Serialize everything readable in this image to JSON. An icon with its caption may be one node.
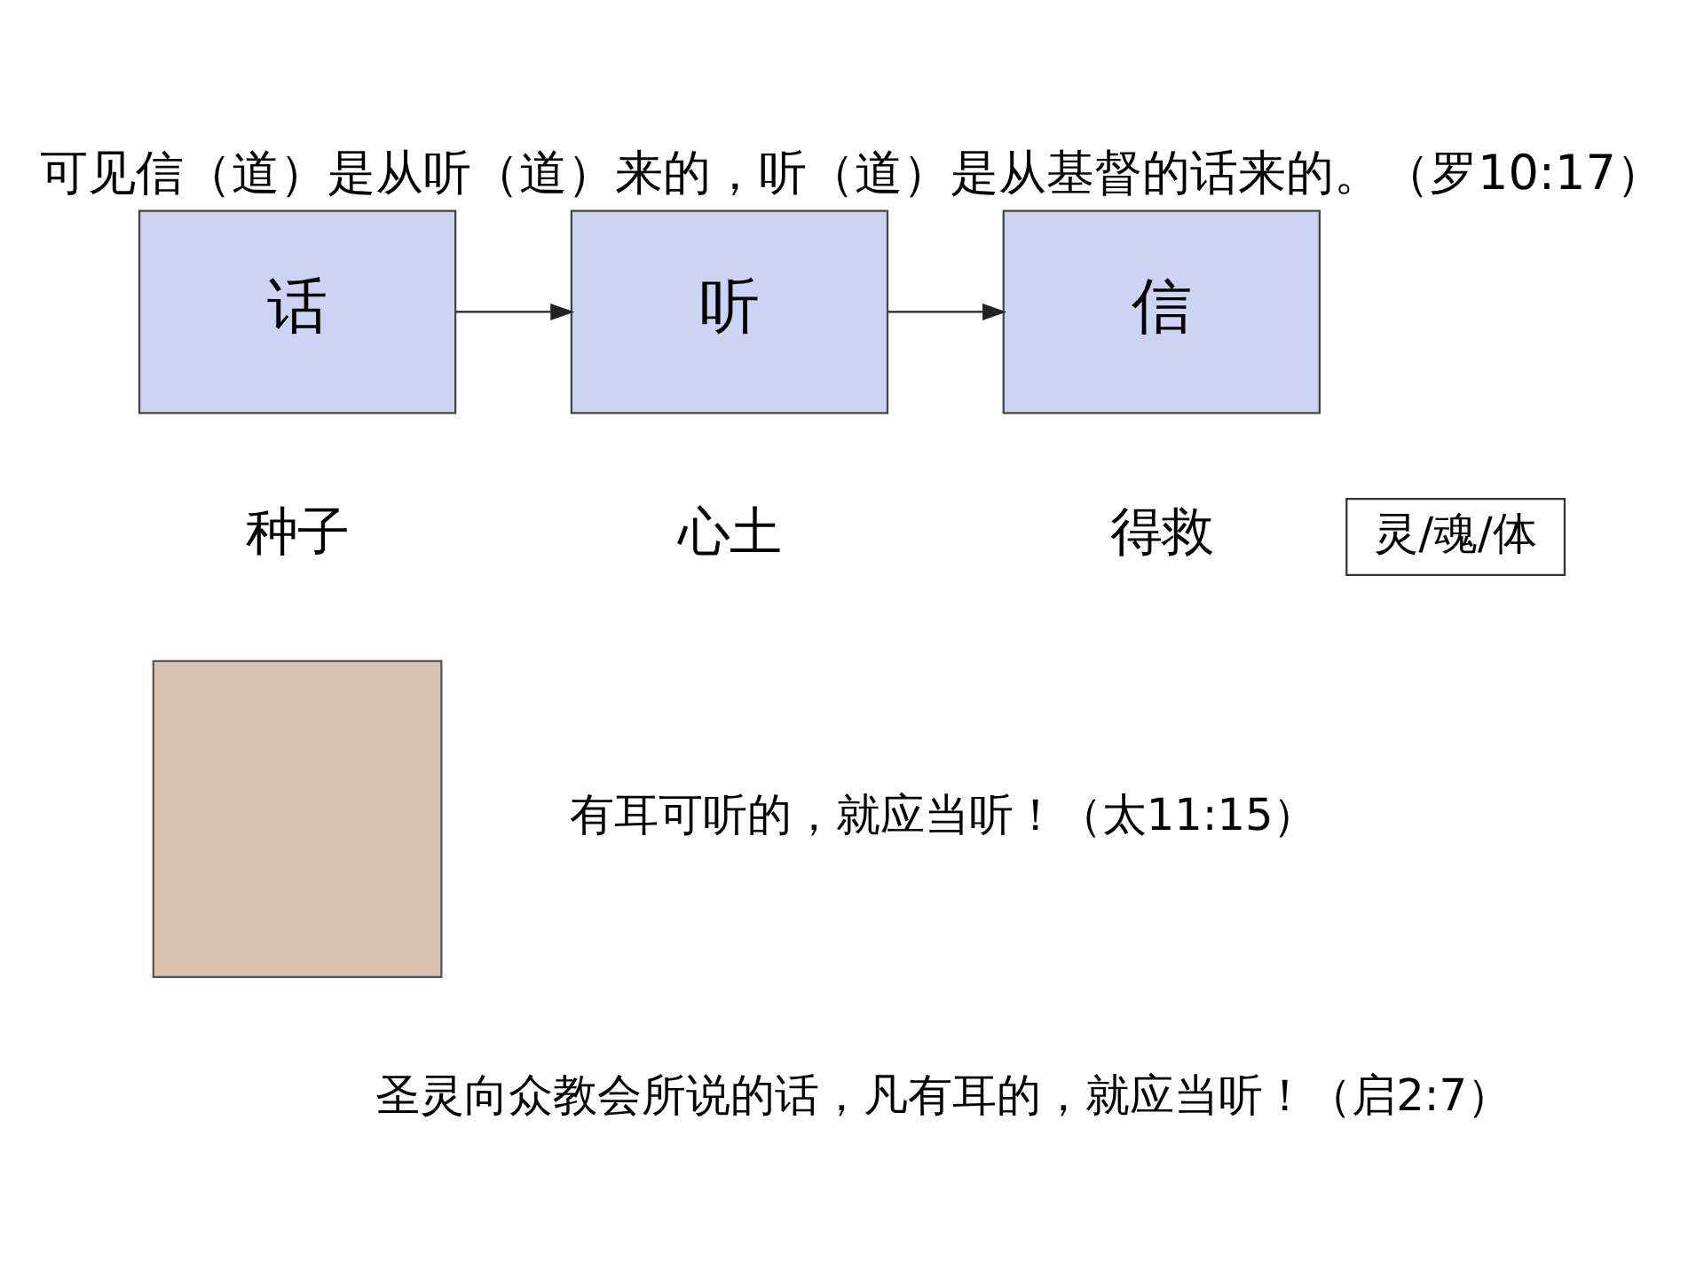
{
  "diagram": {
    "title": "可见信（道）是从听（道）来的，听（道）是从基督的话来的。（罗10:17）",
    "nodes": [
      {
        "text": [
          "话"
        ],
        "beside": [
          "种子"
        ]
      },
      {
        "text": [
          "听"
        ],
        "beside": [
          "心土"
        ]
      },
      {
        "text": [
          "信"
        ],
        "beside": [
          "得救"
        ]
      },
      {
        "text": [
          "灵/魂/体"
        ]
      },
      {
        "text": [],
        "shape": "box"
      }
    ],
    "edges": [
      {
        "from": 0,
        "to": 1,
        "arrow": "to"
      },
      {
        "from": 1,
        "to": 2,
        "arrow": "to"
      }
    ],
    "labels": [
      "有耳可听的，就应当听！（太11:15）",
      "圣灵向众教会所说的话，凡有耳的，就应当听！（启2:7）"
    ]
  }
}
